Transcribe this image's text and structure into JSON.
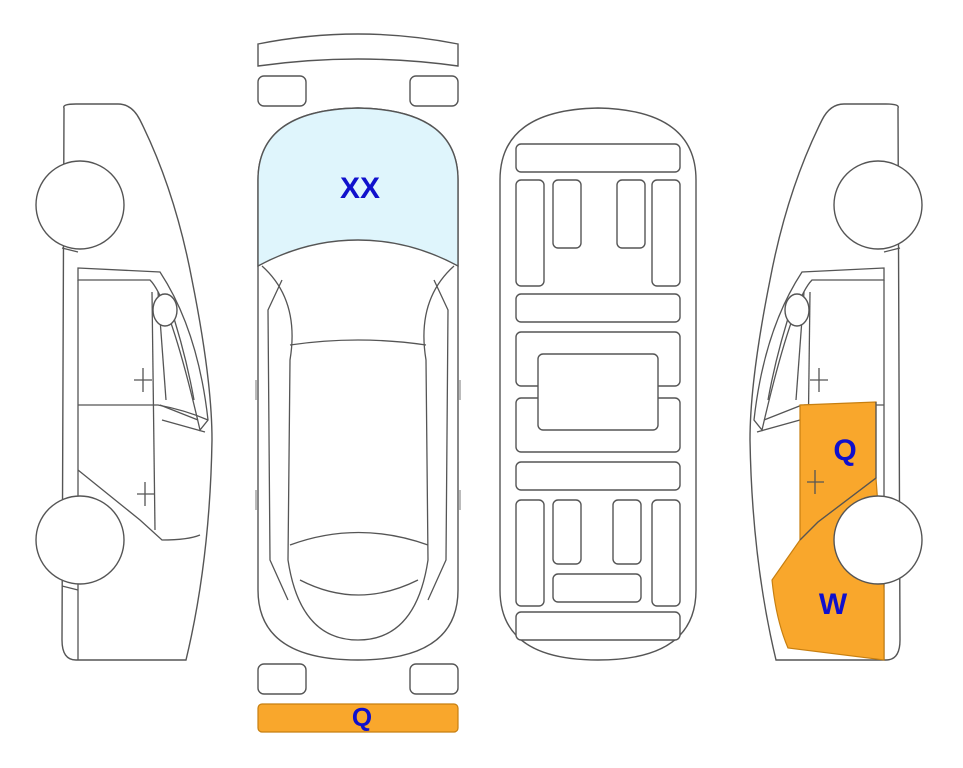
{
  "colors": {
    "windshield_fill": "#DFF5FC",
    "damage_fill": "#F9A72C",
    "damage_stroke": "#C77F10",
    "label_color": "#1010CC",
    "outline": "#555555"
  },
  "marks": {
    "windshield": "XX",
    "rear_bumper": "Q",
    "right_door": "Q",
    "right_rear_quarter": "W"
  }
}
